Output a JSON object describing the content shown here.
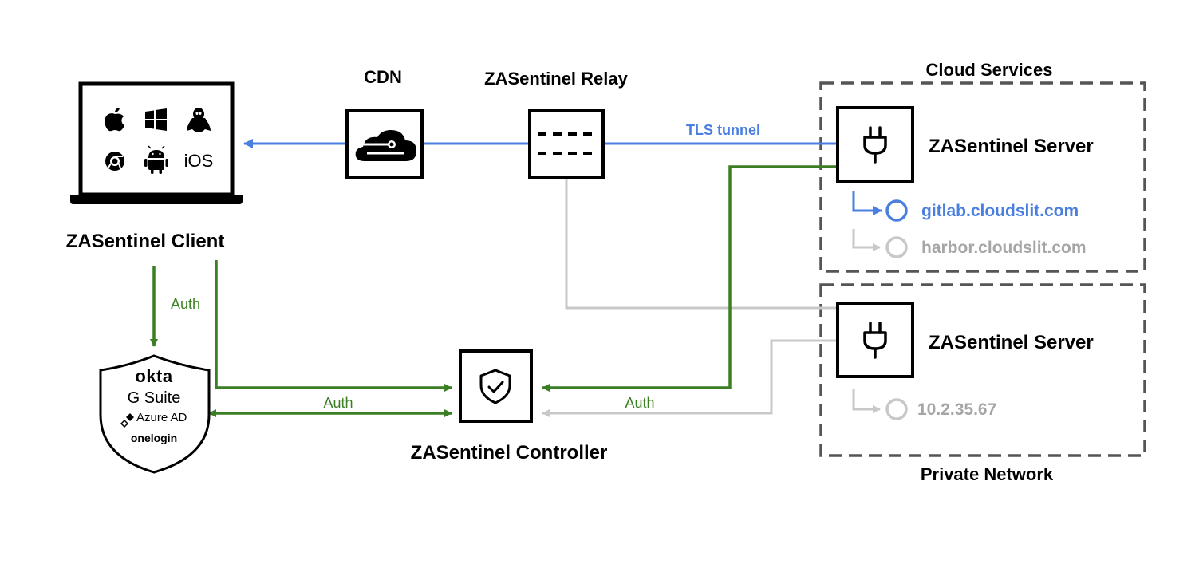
{
  "cdn_label": "CDN",
  "relay_label": "ZASentinel Relay",
  "client_label": "ZASentinel Client",
  "controller_label": "ZASentinel Controller",
  "cloud_group_label": "Cloud Services",
  "private_group_label": "Private Network",
  "cloud_server_label": "ZASentinel Server",
  "private_server_label": "ZASentinel Server",
  "tls_label": "TLS tunnel",
  "auth_labels": [
    "Auth",
    "Auth",
    "Auth"
  ],
  "resources": {
    "gitlab": "gitlab.cloudslit.com",
    "harbor": "harbor.cloudslit.com",
    "private_ip": "10.2.35.67"
  },
  "client_os": {
    "row1": [
      "apple-icon",
      "windows-icon",
      "linux-icon"
    ],
    "row2": [
      "chrome-icon",
      "android-icon",
      "iOS"
    ]
  },
  "idp_providers": [
    "okta",
    "G Suite",
    "Azure AD",
    "onelogin"
  ],
  "colors": {
    "tls": "#4a7fe0",
    "auth": "#3a7f24",
    "inactive": "#c8c8c8",
    "border": "#000000",
    "group_border": "#555555"
  }
}
